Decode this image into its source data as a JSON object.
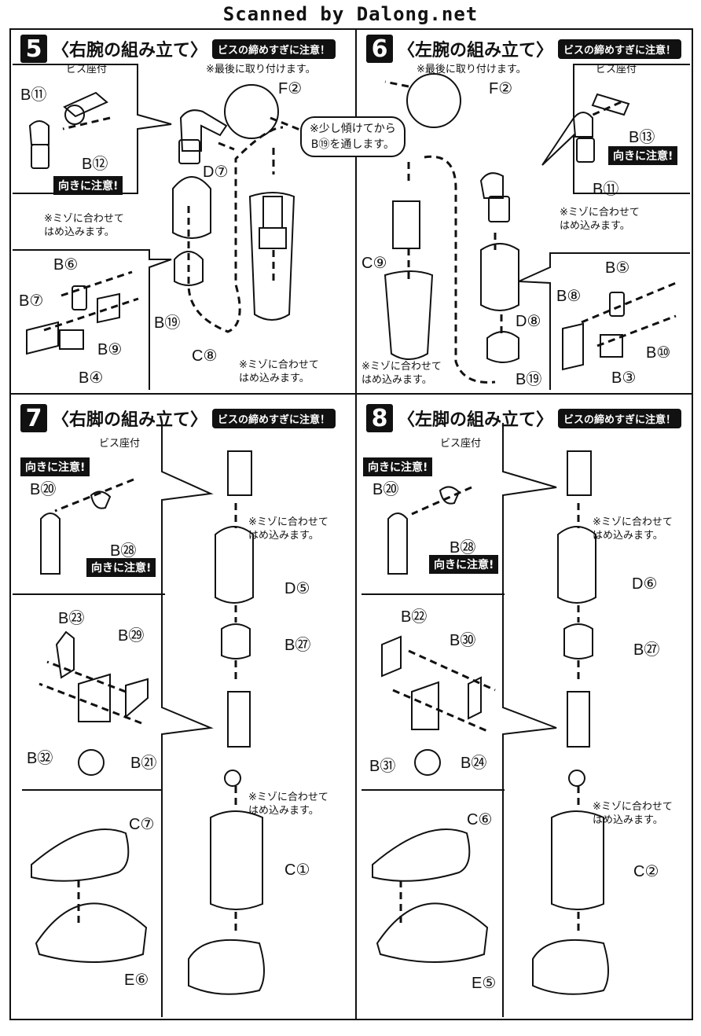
{
  "watermark": "Scanned by Dalong.net",
  "steps": [
    {
      "number": "5",
      "title": "〈右腕の組み立て〉",
      "warning": "ビスの締めすぎに注意！",
      "notes": {
        "last": "※最後に取り付けます。",
        "screw": "ビス座付",
        "orient": "向きに注意!",
        "groove": "※ミゾに合わせて\nはめ込みます。",
        "groove2": "※ミゾに合わせて\nはめ込みます。"
      },
      "parts": {
        "b11": "B⑪",
        "b12": "B⑫",
        "f2": "F②",
        "d7": "D⑦",
        "b6": "B⑥",
        "b7": "B⑦",
        "b9": "B⑨",
        "b4": "B④",
        "b19": "B⑲",
        "c8": "C⑧"
      }
    },
    {
      "number": "6",
      "title": "〈左腕の組み立て〉",
      "warning": "ビスの締めすぎに注意！",
      "notes": {
        "last": "※最後に取り付けます。",
        "screw": "ビス座付",
        "orient": "向きに注意!",
        "tilt": "※少し傾けてから\nB⑲を通します。",
        "groove": "※ミゾに合わせて\nはめ込みます。",
        "groove2": "※ミゾに合わせて\nはめ込みます。"
      },
      "parts": {
        "f2": "F②",
        "b13": "B⑬",
        "b11": "B⑪",
        "c9": "C⑨",
        "b5": "B⑤",
        "b8": "B⑧",
        "d8": "D⑧",
        "b10": "B⑩",
        "b3": "B③",
        "b19": "B⑲"
      }
    },
    {
      "number": "7",
      "title": "〈右脚の組み立て〉",
      "warning": "ビスの締めすぎに注意！",
      "notes": {
        "screw": "ビス座付",
        "orient1": "向きに注意!",
        "orient2": "向きに注意!",
        "groove": "※ミゾに合わせて\nはめ込みます。",
        "groove2": "※ミゾに合わせて\nはめ込みます。"
      },
      "parts": {
        "b20": "B⑳",
        "b28": "B㉘",
        "d5": "D⑤",
        "b23": "B㉓",
        "b29": "B㉙",
        "b27": "B㉗",
        "b32": "B㉜",
        "b21": "B㉑",
        "c7": "C⑦",
        "c1": "C①",
        "e6": "E⑥"
      }
    },
    {
      "number": "8",
      "title": "〈左脚の組み立て〉",
      "warning": "ビスの締めすぎに注意！",
      "notes": {
        "screw": "ビス座付",
        "orient1": "向きに注意!",
        "orient2": "向きに注意!",
        "groove": "※ミゾに合わせて\nはめ込みます。",
        "groove2": "※ミゾに合わせて\nはめ込みます。"
      },
      "parts": {
        "b20": "B⑳",
        "b28": "B㉘",
        "d6": "D⑥",
        "b22": "B㉒",
        "b30": "B㉚",
        "b27": "B㉗",
        "b31": "B㉛",
        "b24": "B㉔",
        "c6": "C⑥",
        "c2": "C②",
        "e5": "E⑤"
      }
    }
  ]
}
